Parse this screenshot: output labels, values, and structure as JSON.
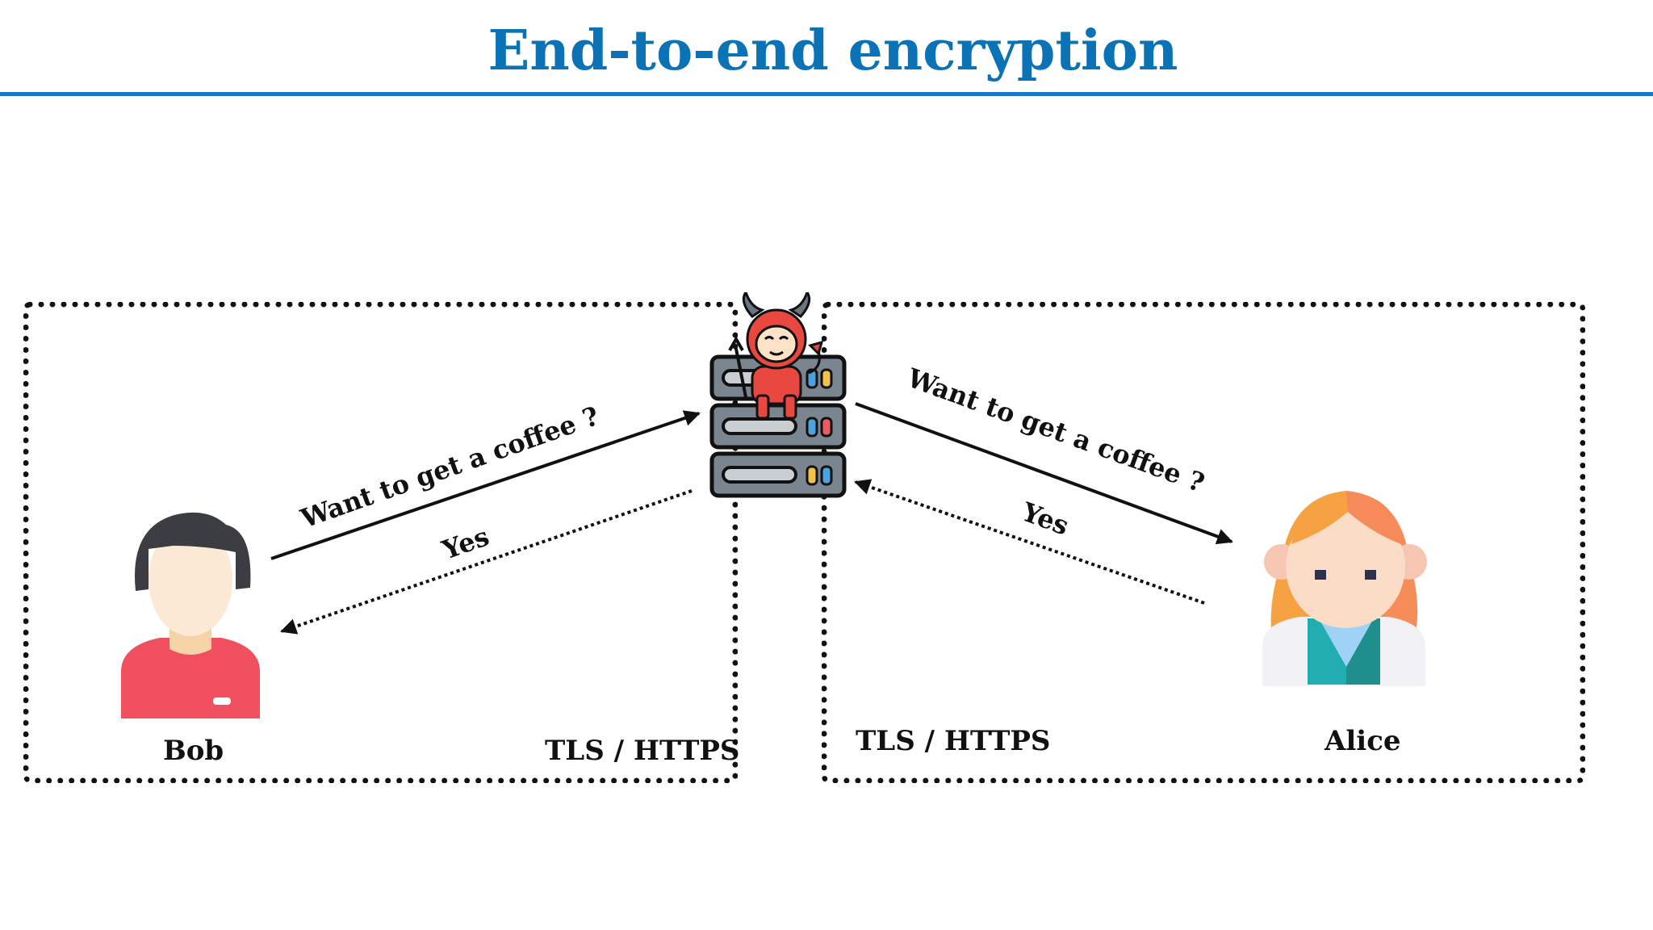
{
  "title": "End-to-end encryption",
  "colors": {
    "title": "#0a72b5",
    "rule": "#1a78c0",
    "bob_shirt": "#f0505e",
    "alice_hair": "#f6a243"
  },
  "left_box": {
    "protocol": "TLS / HTTPS"
  },
  "right_box": {
    "protocol": "TLS / HTTPS"
  },
  "bob": {
    "name": "Bob",
    "icon": "person-male-icon"
  },
  "alice": {
    "name": "Alice",
    "icon": "person-female-icon"
  },
  "server": {
    "icon": "server-devil-icon"
  },
  "messages": {
    "bob_to_server": "Want to get a coffee ?",
    "server_to_bob": "Yes",
    "server_to_alice": "Want to get a coffee ?",
    "alice_to_server": "Yes"
  }
}
